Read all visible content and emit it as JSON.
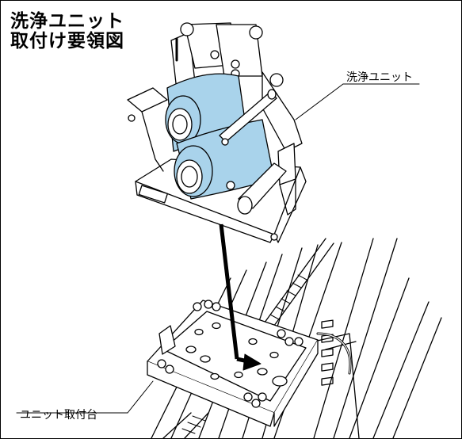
{
  "title": {
    "line1": "洗浄ユニット",
    "line2": "取付け要領図"
  },
  "labels": {
    "cleaning_unit": "洗浄ユニット",
    "unit_mount": "ユニット取付台"
  },
  "colors": {
    "roller_fill": "#a9d3eb",
    "arrow": "#000000",
    "line": "#000000",
    "background": "#ffffff"
  }
}
